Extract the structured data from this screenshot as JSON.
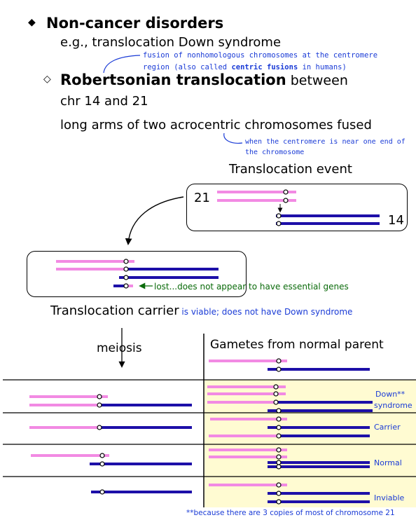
{
  "colors": {
    "pink": "#f28ae3",
    "navy": "#1d0fa8",
    "annot_blue": "#1a3bd6",
    "annot_green": "#0a6a0a",
    "panel_bg": "#fffbd2"
  },
  "header": {
    "bullet": "◆",
    "title": "Non-cancer disorders",
    "example": "e.g., translocation Down syndrome",
    "fusion_note_line1": "fusion of nonhomologous chromosomes at the centromere",
    "fusion_note_line2_pre": "region (also called ",
    "fusion_note_bold": "centric fusions",
    "fusion_note_line2_post": " in humans)"
  },
  "subpoint": {
    "bullet": "◇",
    "title": "Robertsonian translocation",
    "title_tail": " between",
    "line2": "chr 14 and 21",
    "line3": "long arms of two acrocentric chromosomes fused",
    "acro_note_line1": "when the centromere is near one end of",
    "acro_note_line2": "the chromosome"
  },
  "event": {
    "heading": "Translocation event",
    "label_21": "21",
    "label_14": "14"
  },
  "carrier": {
    "lost_note": "lost...does not appear to have essential genes",
    "heading": "Translocation carrier",
    "viable_note": " is viable; does not have Down syndrome"
  },
  "meiosis": {
    "label": "meiosis"
  },
  "gametes": {
    "heading": "Gametes from normal parent"
  },
  "outcomes": [
    {
      "label_line1": "Down**",
      "label_line2": "syndrome"
    },
    {
      "label_line1": "Carrier",
      "label_line2": ""
    },
    {
      "label_line1": "Normal",
      "label_line2": ""
    },
    {
      "label_line1": "Inviable",
      "label_line2": ""
    }
  ],
  "footnote": "**because there are 3 copies of most of chromosome 21"
}
